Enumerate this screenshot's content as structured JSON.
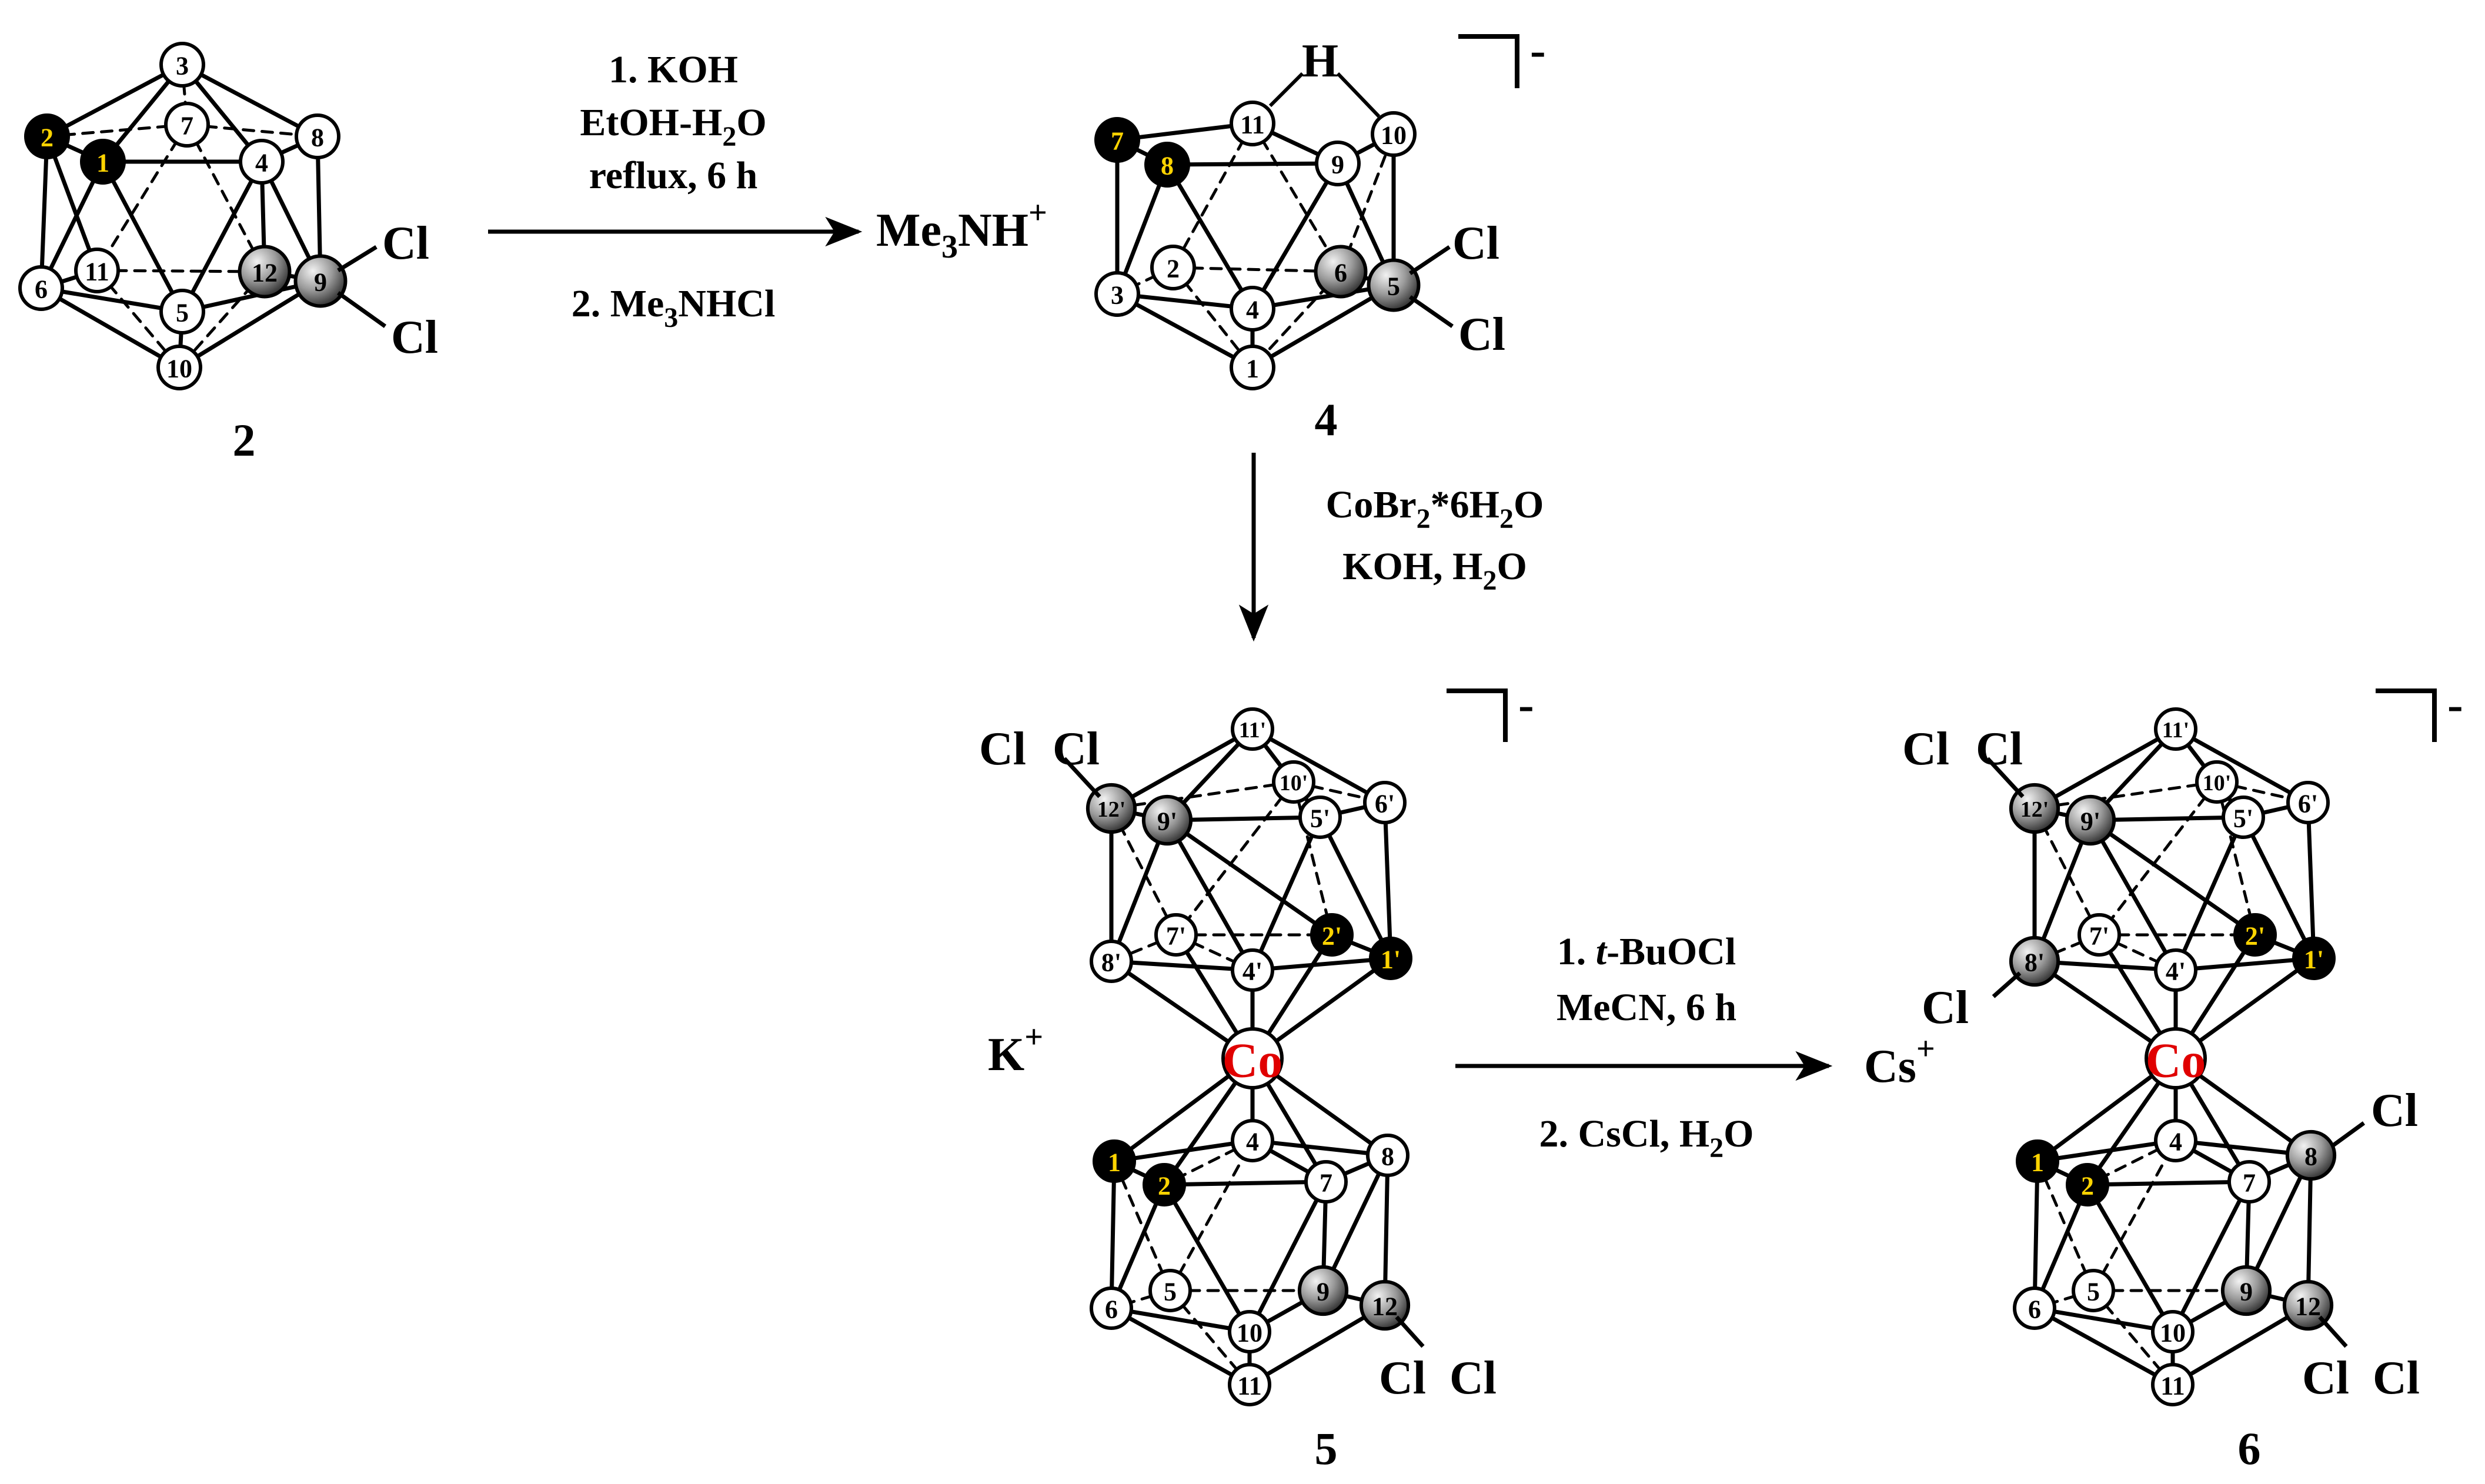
{
  "compounds": [
    {
      "id": "c2",
      "number": "2",
      "cluster": [
        "1",
        "2",
        "3",
        "4",
        "5",
        "6",
        "7",
        "8",
        "9",
        "10",
        "11",
        "12"
      ],
      "substituents": [
        "Cl",
        "Cl"
      ]
    },
    {
      "id": "c4",
      "number": "4",
      "cluster": [
        "1",
        "2",
        "3",
        "4",
        "5",
        "6",
        "7",
        "8",
        "9",
        "10",
        "11"
      ],
      "bridge_h": "H",
      "substituents": [
        "Cl",
        "Cl"
      ],
      "charge": "-",
      "cation": "Me3NH+"
    },
    {
      "id": "c5",
      "number": "5",
      "metal": "Co",
      "cation": "K+",
      "charge": "-",
      "upper": [
        "1'",
        "2'",
        "4'",
        "5'",
        "6'",
        "7'",
        "8'",
        "9'",
        "10'",
        "11'",
        "12'"
      ],
      "lower": [
        "1",
        "2",
        "4",
        "5",
        "6",
        "7",
        "8",
        "9",
        "10",
        "11",
        "12"
      ],
      "substituents": [
        "Cl",
        "Cl",
        "Cl",
        "Cl"
      ]
    },
    {
      "id": "c6",
      "number": "6",
      "metal": "Co",
      "cation": "Cs+",
      "charge": "-",
      "upper": [
        "1'",
        "2'",
        "4'",
        "5'",
        "6'",
        "7'",
        "8'",
        "9'",
        "10'",
        "11'",
        "12'"
      ],
      "lower": [
        "1",
        "2",
        "4",
        "5",
        "6",
        "7",
        "8",
        "9",
        "10",
        "11",
        "12"
      ],
      "substituents": [
        "Cl",
        "Cl",
        "Cl",
        "Cl",
        "Cl",
        "Cl"
      ]
    }
  ],
  "steps": [
    {
      "id": "s1",
      "above": [
        "1. KOH",
        "EtOH-H2O",
        "reflux, 6 h"
      ],
      "below": [
        "2. Me3NHCl"
      ]
    },
    {
      "id": "s2",
      "side": [
        "CoBr2*6H2O",
        "KOH, H2O"
      ]
    },
    {
      "id": "s3",
      "above": [
        "1. t-BuOCl",
        "MeCN, 6 h"
      ],
      "below": [
        "2. CsCl, H2O"
      ]
    }
  ],
  "text": {
    "cation4": "Me3NH+",
    "cation5": "K+",
    "cation6": "Cs+",
    "cl": "Cl",
    "co": "Co",
    "h": "H",
    "minus": "-",
    "n2": "2",
    "n4": "4",
    "n5": "5",
    "n6": "6",
    "s1a": "1. KOH",
    "s1b": "EtOH-H",
    "s1b2": "2",
    "s1b3": "O",
    "s1c": "reflux, 6 h",
    "s1d": "2. Me",
    "s1d2": "3",
    "s1d3": "NHCl",
    "s2a": "CoBr",
    "s2a2": "2",
    "s2a3": "*6H",
    "s2a4": "2",
    "s2a5": "O",
    "s2b": "KOH, H",
    "s2b2": "2",
    "s2b3": "O",
    "s3a1": "1. ",
    "s3a2": "t",
    "s3a3": "-BuOCl",
    "s3b": "MeCN, 6 h",
    "s3c": "2. CsCl, H",
    "s3c2": "2",
    "s3c3": "O",
    "me3": "Me",
    "me3sub": "3",
    "nh": "NH",
    "plus": "+",
    "k": "K",
    "cs": "Cs"
  }
}
